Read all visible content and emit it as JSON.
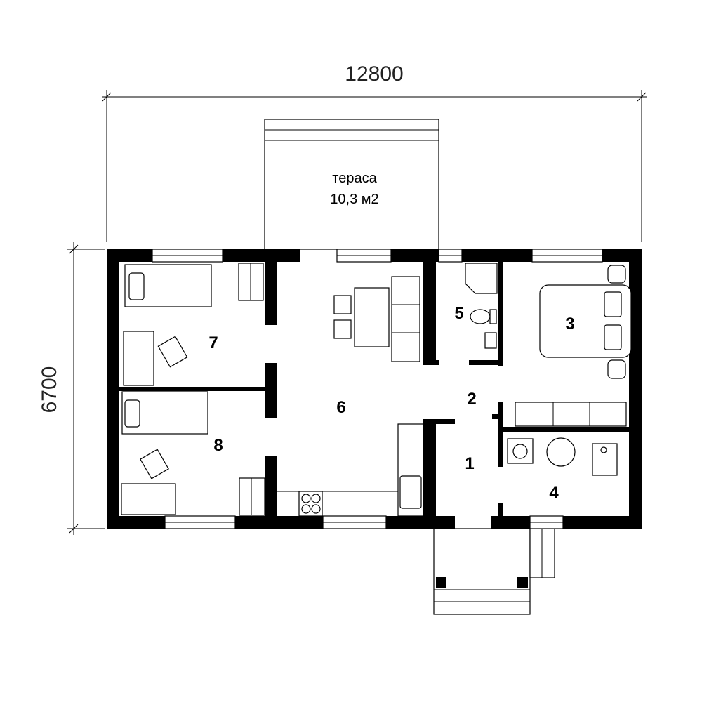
{
  "dimensions": {
    "width": "12800",
    "height": "6700"
  },
  "terrace": {
    "name": "тераса",
    "area": "10,3 м2"
  },
  "rooms": [
    "1",
    "2",
    "3",
    "4",
    "5",
    "6",
    "7",
    "8"
  ],
  "colors": {
    "wall": "#000000",
    "background": "#ffffff"
  }
}
